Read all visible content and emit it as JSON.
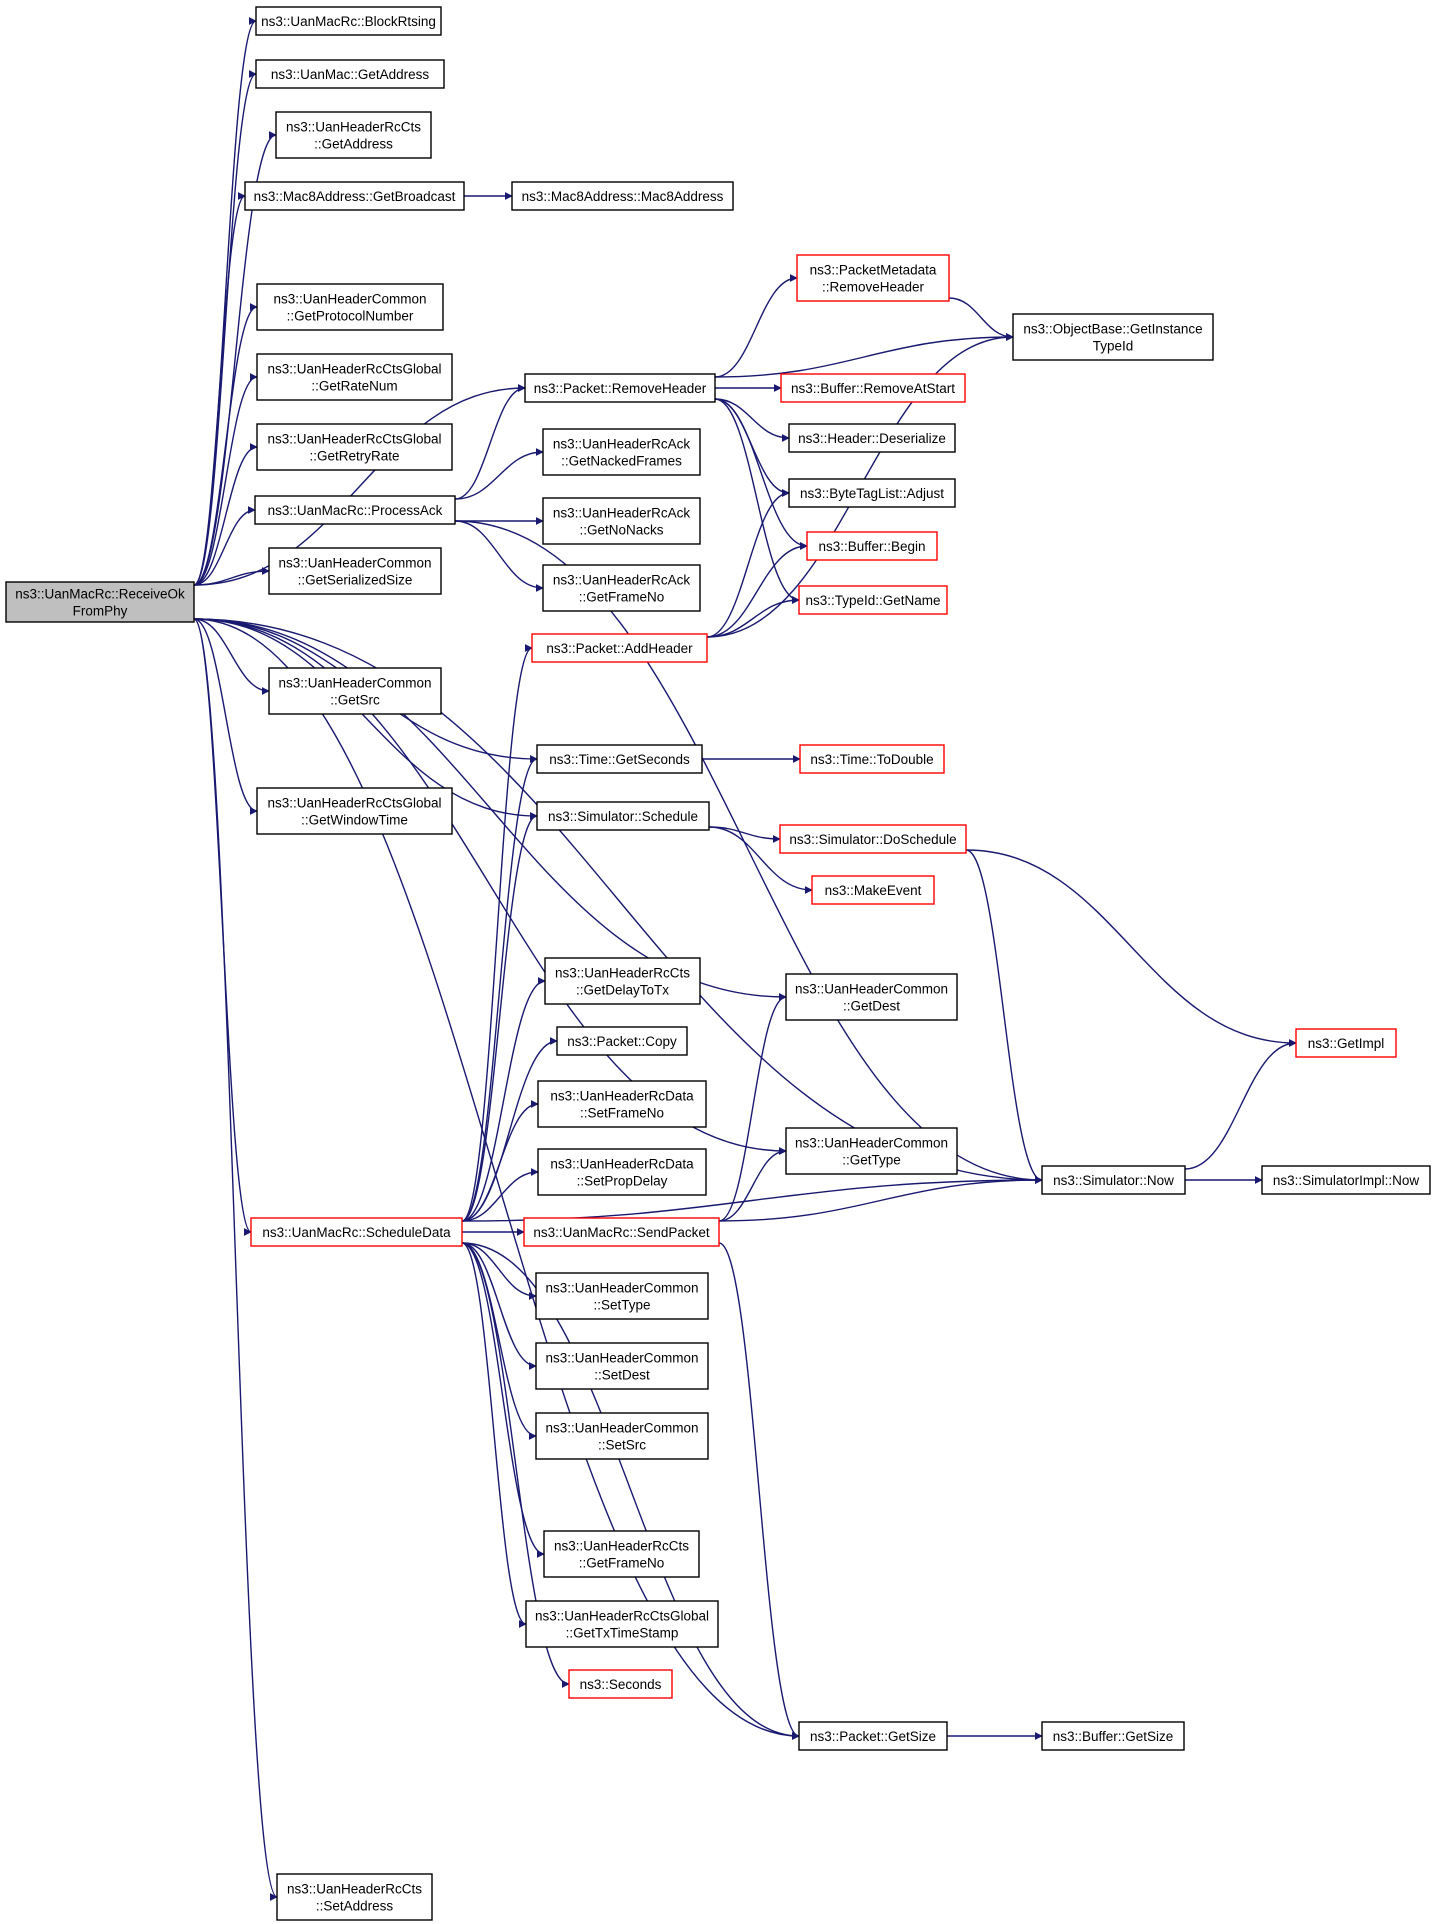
{
  "colors": {
    "edge": "#191970",
    "node_border_default": "#000000",
    "node_border_truncated": "#ff0000",
    "node_fill_root": "#bfbfbf",
    "node_fill": "#ffffff"
  },
  "nodes": {
    "receive": {
      "lines": [
        "ns3::UanMacRc::ReceiveOk",
        "FromPhy"
      ],
      "style": "root"
    },
    "blockrts": {
      "lines": [
        "ns3::UanMacRc::BlockRtsing"
      ],
      "style": "normal"
    },
    "macgetaddr": {
      "lines": [
        "ns3::UanMac::GetAddress"
      ],
      "style": "normal"
    },
    "ctsgetaddr": {
      "lines": [
        "ns3::UanHeaderRcCts",
        "::GetAddress"
      ],
      "style": "normal"
    },
    "getbroadcast": {
      "lines": [
        "ns3::Mac8Address::GetBroadcast"
      ],
      "style": "normal"
    },
    "mac8": {
      "lines": [
        "ns3::Mac8Address::Mac8Address"
      ],
      "style": "normal"
    },
    "getprotocol": {
      "lines": [
        "ns3::UanHeaderCommon",
        "::GetProtocolNumber"
      ],
      "style": "normal"
    },
    "getratenum": {
      "lines": [
        "ns3::UanHeaderRcCtsGlobal",
        "::GetRateNum"
      ],
      "style": "normal"
    },
    "getretry": {
      "lines": [
        "ns3::UanHeaderRcCtsGlobal",
        "::GetRetryRate"
      ],
      "style": "normal"
    },
    "processack": {
      "lines": [
        "ns3::UanMacRc::ProcessAck"
      ],
      "style": "normal"
    },
    "getserialized": {
      "lines": [
        "ns3::UanHeaderCommon",
        "::GetSerializedSize"
      ],
      "style": "normal"
    },
    "getsrc": {
      "lines": [
        "ns3::UanHeaderCommon",
        "::GetSrc"
      ],
      "style": "normal"
    },
    "getwindow": {
      "lines": [
        "ns3::UanHeaderRcCtsGlobal",
        "::GetWindowTime"
      ],
      "style": "normal"
    },
    "scheduledata": {
      "lines": [
        "ns3::UanMacRc::ScheduleData"
      ],
      "style": "truncated"
    },
    "setaddress": {
      "lines": [
        "ns3::UanHeaderRcCts",
        "::SetAddress"
      ],
      "style": "normal"
    },
    "removeheader": {
      "lines": [
        "ns3::Packet::RemoveHeader"
      ],
      "style": "normal"
    },
    "getnacked": {
      "lines": [
        "ns3::UanHeaderRcAck",
        "::GetNackedFrames"
      ],
      "style": "normal"
    },
    "getnonacks": {
      "lines": [
        "ns3::UanHeaderRcAck",
        "::GetNoNacks"
      ],
      "style": "normal"
    },
    "ackframeno": {
      "lines": [
        "ns3::UanHeaderRcAck",
        "::GetFrameNo"
      ],
      "style": "normal"
    },
    "addheader": {
      "lines": [
        "ns3::Packet::AddHeader"
      ],
      "style": "truncated"
    },
    "getseconds": {
      "lines": [
        "ns3::Time::GetSeconds"
      ],
      "style": "normal"
    },
    "schedule": {
      "lines": [
        "ns3::Simulator::Schedule"
      ],
      "style": "normal"
    },
    "getdelay": {
      "lines": [
        "ns3::UanHeaderRcCts",
        "::GetDelayToTx"
      ],
      "style": "normal"
    },
    "copy": {
      "lines": [
        "ns3::Packet::Copy"
      ],
      "style": "normal"
    },
    "setframeno": {
      "lines": [
        "ns3::UanHeaderRcData",
        "::SetFrameNo"
      ],
      "style": "normal"
    },
    "setpropdelay": {
      "lines": [
        "ns3::UanHeaderRcData",
        "::SetPropDelay"
      ],
      "style": "normal"
    },
    "sendpacket": {
      "lines": [
        "ns3::UanMacRc::SendPacket"
      ],
      "style": "truncated"
    },
    "settype": {
      "lines": [
        "ns3::UanHeaderCommon",
        "::SetType"
      ],
      "style": "normal"
    },
    "setdest": {
      "lines": [
        "ns3::UanHeaderCommon",
        "::SetDest"
      ],
      "style": "normal"
    },
    "setsrc": {
      "lines": [
        "ns3::UanHeaderCommon",
        "::SetSrc"
      ],
      "style": "normal"
    },
    "ctsframeno": {
      "lines": [
        "ns3::UanHeaderRcCts",
        "::GetFrameNo"
      ],
      "style": "normal"
    },
    "gettxtime": {
      "lines": [
        "ns3::UanHeaderRcCtsGlobal",
        "::GetTxTimeStamp"
      ],
      "style": "normal"
    },
    "seconds": {
      "lines": [
        "ns3::Seconds"
      ],
      "style": "truncated"
    },
    "pktgetsize": {
      "lines": [
        "ns3::Packet::GetSize"
      ],
      "style": "normal"
    },
    "pmremove": {
      "lines": [
        "ns3::PacketMetadata",
        "::RemoveHeader"
      ],
      "style": "truncated"
    },
    "removeatstart": {
      "lines": [
        "ns3::Buffer::RemoveAtStart"
      ],
      "style": "truncated"
    },
    "deserialize": {
      "lines": [
        "ns3::Header::Deserialize"
      ],
      "style": "normal"
    },
    "adjust": {
      "lines": [
        "ns3::ByteTagList::Adjust"
      ],
      "style": "normal"
    },
    "begin": {
      "lines": [
        "ns3::Buffer::Begin"
      ],
      "style": "truncated"
    },
    "typeidname": {
      "lines": [
        "ns3::TypeId::GetName"
      ],
      "style": "truncated"
    },
    "todouble": {
      "lines": [
        "ns3::Time::ToDouble"
      ],
      "style": "truncated"
    },
    "doschedule": {
      "lines": [
        "ns3::Simulator::DoSchedule"
      ],
      "style": "truncated"
    },
    "makeevent": {
      "lines": [
        "ns3::MakeEvent"
      ],
      "style": "truncated"
    },
    "getdest": {
      "lines": [
        "ns3::UanHeaderCommon",
        "::GetDest"
      ],
      "style": "normal"
    },
    "gettype": {
      "lines": [
        "ns3::UanHeaderCommon",
        "::GetType"
      ],
      "style": "normal"
    },
    "objbase": {
      "lines": [
        "ns3::ObjectBase::GetInstance",
        "TypeId"
      ],
      "style": "normal"
    },
    "getimpl": {
      "lines": [
        "ns3::GetImpl"
      ],
      "style": "truncated"
    },
    "simnow": {
      "lines": [
        "ns3::Simulator::Now"
      ],
      "style": "normal"
    },
    "simimplnow": {
      "lines": [
        "ns3::SimulatorImpl::Now"
      ],
      "style": "normal"
    },
    "buffergetsize": {
      "lines": [
        "ns3::Buffer::GetSize"
      ],
      "style": "normal"
    }
  },
  "edges": [
    [
      "receive",
      "blockrts"
    ],
    [
      "receive",
      "macgetaddr"
    ],
    [
      "receive",
      "ctsgetaddr"
    ],
    [
      "receive",
      "getbroadcast"
    ],
    [
      "receive",
      "removeheader"
    ],
    [
      "receive",
      "getprotocol"
    ],
    [
      "receive",
      "getratenum"
    ],
    [
      "receive",
      "getretry"
    ],
    [
      "receive",
      "processack"
    ],
    [
      "receive",
      "getserialized"
    ],
    [
      "receive",
      "getseconds"
    ],
    [
      "receive",
      "getsrc"
    ],
    [
      "receive",
      "schedule"
    ],
    [
      "receive",
      "getwindow"
    ],
    [
      "receive",
      "getdest"
    ],
    [
      "receive",
      "gettype"
    ],
    [
      "receive",
      "scheduledata"
    ],
    [
      "receive",
      "pktgetsize"
    ],
    [
      "receive",
      "simnow"
    ],
    [
      "receive",
      "setaddress"
    ],
    [
      "getbroadcast",
      "mac8"
    ],
    [
      "processack",
      "removeheader"
    ],
    [
      "processack",
      "getnacked"
    ],
    [
      "processack",
      "getnonacks"
    ],
    [
      "processack",
      "ackframeno"
    ],
    [
      "processack",
      "simnow"
    ],
    [
      "removeheader",
      "pmremove"
    ],
    [
      "removeheader",
      "objbase"
    ],
    [
      "removeheader",
      "removeatstart"
    ],
    [
      "removeheader",
      "deserialize"
    ],
    [
      "removeheader",
      "adjust"
    ],
    [
      "removeheader",
      "begin"
    ],
    [
      "removeheader",
      "typeidname"
    ],
    [
      "pmremove",
      "objbase"
    ],
    [
      "addheader",
      "adjust"
    ],
    [
      "addheader",
      "begin"
    ],
    [
      "addheader",
      "typeidname"
    ],
    [
      "addheader",
      "objbase"
    ],
    [
      "getseconds",
      "todouble"
    ],
    [
      "schedule",
      "doschedule"
    ],
    [
      "schedule",
      "makeevent"
    ],
    [
      "doschedule",
      "getimpl"
    ],
    [
      "doschedule",
      "simnow"
    ],
    [
      "simnow",
      "getimpl"
    ],
    [
      "simnow",
      "simimplnow"
    ],
    [
      "pktgetsize",
      "buffergetsize"
    ],
    [
      "sendpacket",
      "getdest"
    ],
    [
      "sendpacket",
      "gettype"
    ],
    [
      "sendpacket",
      "simnow"
    ],
    [
      "sendpacket",
      "pktgetsize"
    ],
    [
      "scheduledata",
      "addheader"
    ],
    [
      "scheduledata",
      "getseconds"
    ],
    [
      "scheduledata",
      "schedule"
    ],
    [
      "scheduledata",
      "getdelay"
    ],
    [
      "scheduledata",
      "copy"
    ],
    [
      "scheduledata",
      "setframeno"
    ],
    [
      "scheduledata",
      "setpropdelay"
    ],
    [
      "scheduledata",
      "sendpacket"
    ],
    [
      "scheduledata",
      "settype"
    ],
    [
      "scheduledata",
      "setdest"
    ],
    [
      "scheduledata",
      "setsrc"
    ],
    [
      "scheduledata",
      "simnow"
    ],
    [
      "scheduledata",
      "ctsframeno"
    ],
    [
      "scheduledata",
      "gettxtime"
    ],
    [
      "scheduledata",
      "seconds"
    ],
    [
      "scheduledata",
      "pktgetsize"
    ]
  ]
}
